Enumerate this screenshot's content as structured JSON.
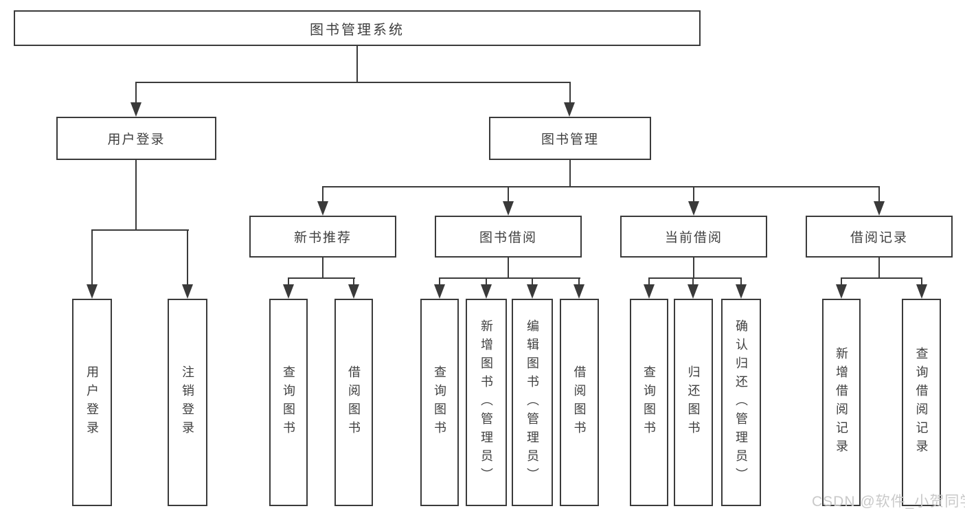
{
  "tree": {
    "root": {
      "label": "图书管理系统"
    },
    "children": [
      {
        "label": "用户登录",
        "children": [
          {
            "label": "用户登录"
          },
          {
            "label": "注销登录"
          }
        ]
      },
      {
        "label": "图书管理",
        "children": [
          {
            "label": "新书推荐",
            "children": [
              {
                "label": "查询图书"
              },
              {
                "label": "借阅图书"
              }
            ]
          },
          {
            "label": "图书借阅",
            "children": [
              {
                "label": "查询图书"
              },
              {
                "label": "新增图书（管理员）"
              },
              {
                "label": "编辑图书（管理员）"
              },
              {
                "label": "借阅图书"
              }
            ]
          },
          {
            "label": "当前借阅",
            "children": [
              {
                "label": "查询图书"
              },
              {
                "label": "归还图书"
              },
              {
                "label": "确认归还（管理员）"
              }
            ]
          },
          {
            "label": "借阅记录",
            "children": [
              {
                "label": "新增借阅记录"
              },
              {
                "label": "查询借阅记录"
              }
            ]
          }
        ]
      }
    ]
  },
  "watermark": {
    "text": "CSDN @软件_小贺同学"
  },
  "colors": {
    "line": "#3a3a3a",
    "text": "#3f3f3f",
    "watermark": "#c9c9c9",
    "bg": "#ffffff"
  }
}
